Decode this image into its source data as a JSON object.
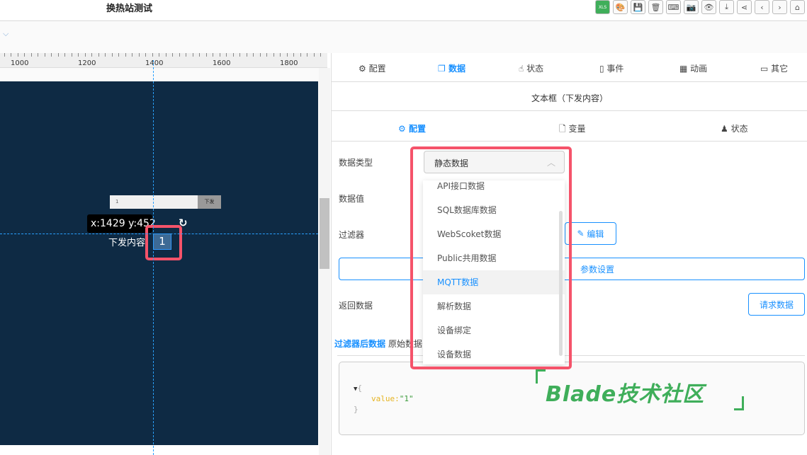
{
  "header": {
    "title": "换热站测试",
    "toolbar": [
      {
        "icon": "excel-icon",
        "glyph": "XLS"
      },
      {
        "icon": "palette-icon",
        "glyph": "🎨"
      },
      {
        "icon": "save-icon",
        "glyph": "💾"
      },
      {
        "icon": "delete-icon",
        "glyph": "🗑"
      },
      {
        "icon": "keyboard-icon",
        "glyph": "⌨"
      },
      {
        "icon": "camera-icon",
        "glyph": "📷"
      },
      {
        "icon": "eye-icon",
        "glyph": "👁"
      },
      {
        "icon": "download-icon",
        "glyph": "⤓"
      },
      {
        "icon": "share-icon",
        "glyph": "⋖"
      },
      {
        "icon": "prev-icon",
        "glyph": "‹"
      },
      {
        "icon": "next-icon",
        "glyph": "›"
      },
      {
        "icon": "home-icon",
        "glyph": "⌂"
      }
    ]
  },
  "ruler": {
    "ticks": [
      "1000",
      "1200",
      "1400",
      "1600",
      "1800"
    ]
  },
  "canvas": {
    "input_value": "1",
    "send_label": "下发",
    "coords": "x:1429 y:452",
    "field_label": "下发内容",
    "selected_value": "1"
  },
  "panel": {
    "tabs": [
      "配置",
      "数据",
      "状态",
      "事件",
      "动画",
      "其它"
    ],
    "active_tab": "数据",
    "component_title": "文本框（下发内容）",
    "subtabs": [
      "配置",
      "变量",
      "状态"
    ],
    "form": {
      "data_type_label": "数据类型",
      "data_type_value": "静态数据",
      "data_value_label": "数据值",
      "filter_label": "过滤器",
      "edit_label": "编辑",
      "param_settings_label": "参数设置",
      "return_label": "返回数据",
      "request_label": "请求数据"
    },
    "result_tabs": [
      "过滤器后数据",
      "原始数据"
    ],
    "json_preview": {
      "key": "value:",
      "value": "\"1\""
    },
    "dropdown_options": [
      "API接口数据",
      "SQL数据库数据",
      "WebScoket数据",
      "Public共用数据",
      "MQTT数据",
      "解析数据",
      "设备绑定",
      "设备数据"
    ],
    "highlighted_option": "MQTT数据"
  },
  "watermark": "Blade技术社区",
  "colors": {
    "accent": "#1890ff",
    "canvas": "#0e2a44",
    "highlight": "#f5536a",
    "watermark": "#3fae5a"
  }
}
